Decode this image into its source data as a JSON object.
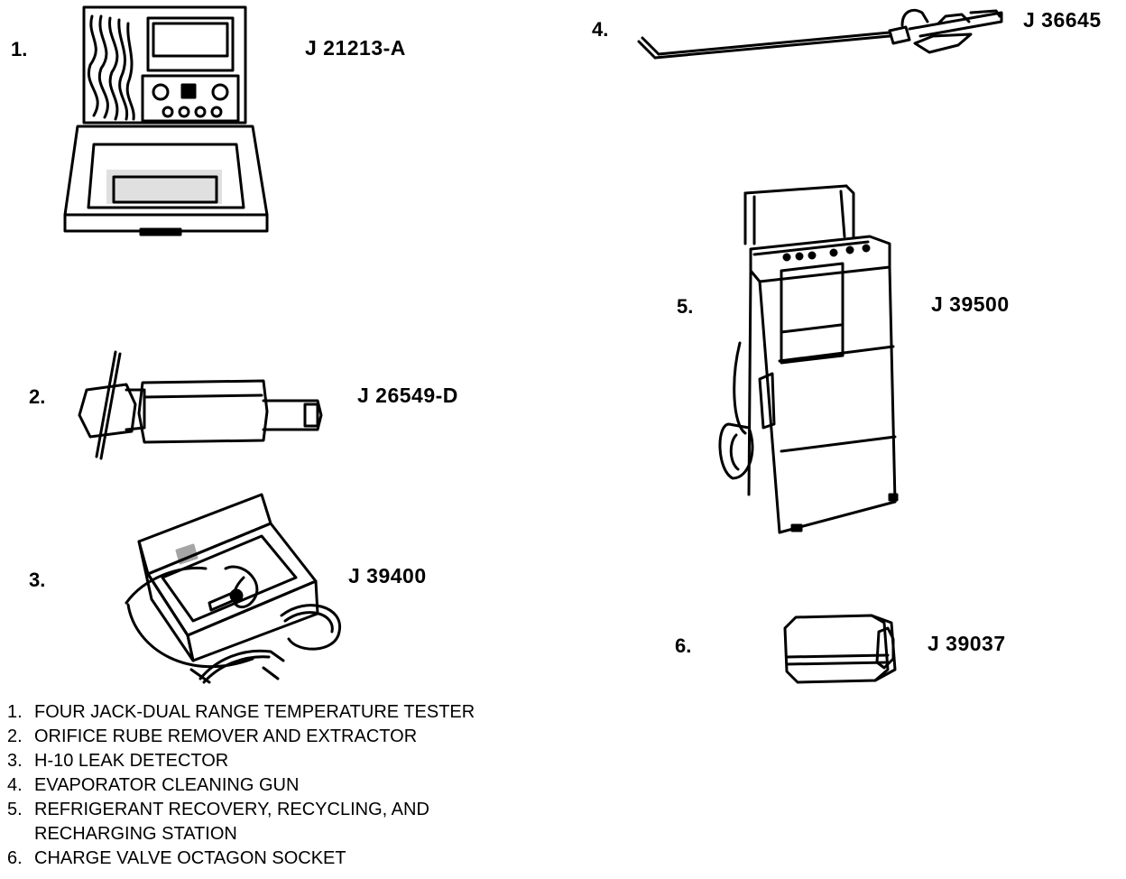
{
  "tools": [
    {
      "number": "1.",
      "part": "J 21213-A"
    },
    {
      "number": "2.",
      "part": "J 26549-D"
    },
    {
      "number": "3.",
      "part": "J 39400"
    },
    {
      "number": "4.",
      "part": "J 36645"
    },
    {
      "number": "5.",
      "part": "J 39500"
    },
    {
      "number": "6.",
      "part": "J 39037"
    }
  ],
  "legend": [
    {
      "index": "1.",
      "text": "FOUR JACK-DUAL RANGE TEMPERATURE TESTER"
    },
    {
      "index": "2.",
      "text": "ORIFICE RUBE REMOVER AND EXTRACTOR"
    },
    {
      "index": "3.",
      "text": "H-10 LEAK DETECTOR"
    },
    {
      "index": "4.",
      "text": "EVAPORATOR CLEANING GUN"
    },
    {
      "index": "5.",
      "text": "REFRIGERANT RECOVERY, RECYCLING, AND",
      "continuation": "RECHARGING STATION"
    },
    {
      "index": "6.",
      "text": "CHARGE VALVE OCTAGON SOCKET"
    }
  ]
}
